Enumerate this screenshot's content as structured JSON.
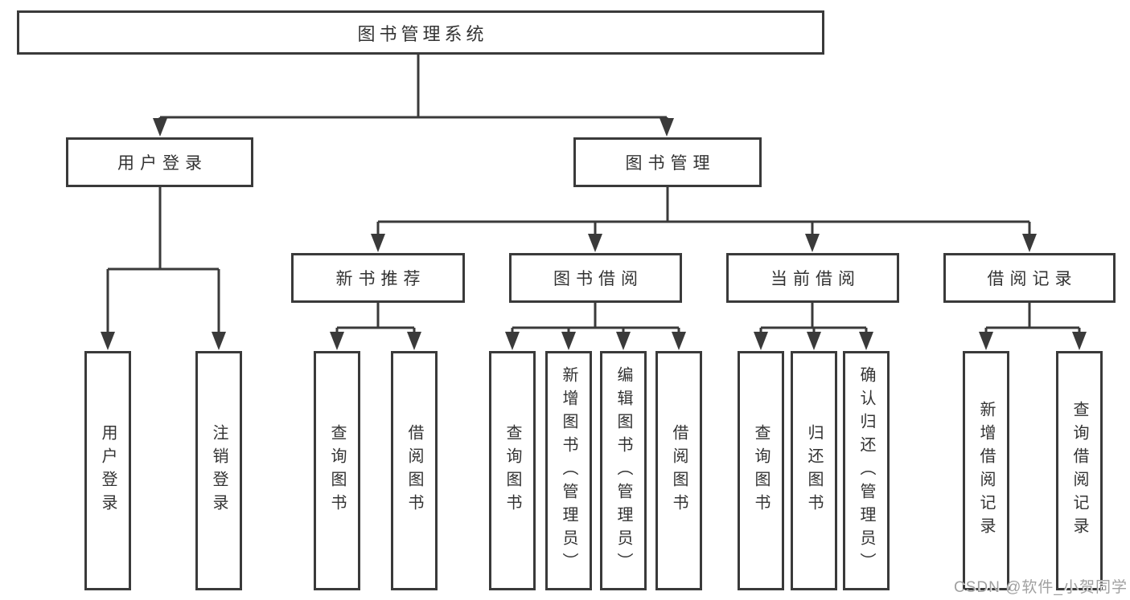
{
  "diagram": {
    "root": {
      "label": "图书管理系统"
    },
    "branches": [
      {
        "label": "用户登录",
        "children": [
          {
            "label": "用户登录"
          },
          {
            "label": "注销登录"
          }
        ]
      },
      {
        "label": "图书管理",
        "sections": [
          {
            "label": "新书推荐",
            "children": [
              {
                "label": "查询图书"
              },
              {
                "label": "借阅图书"
              }
            ]
          },
          {
            "label": "图书借阅",
            "children": [
              {
                "label": "查询图书"
              },
              {
                "label": "新增图书（管理员）"
              },
              {
                "label": "编辑图书（管理员）"
              },
              {
                "label": "借阅图书"
              }
            ]
          },
          {
            "label": "当前借阅",
            "children": [
              {
                "label": "查询图书"
              },
              {
                "label": "归还图书"
              },
              {
                "label": "确认归还（管理员）"
              }
            ]
          },
          {
            "label": "借阅记录",
            "children": [
              {
                "label": "新增借阅记录"
              },
              {
                "label": "查询借阅记录"
              }
            ]
          }
        ]
      }
    ]
  },
  "watermark": {
    "text": "CSDN @软件_小贺同学"
  },
  "colors": {
    "line": "#3a3a3a",
    "box_border": "#3a3a3a",
    "box_fill": "#ffffff",
    "text": "#333333",
    "watermark": "#a0a0a0",
    "background": "#ffffff"
  }
}
